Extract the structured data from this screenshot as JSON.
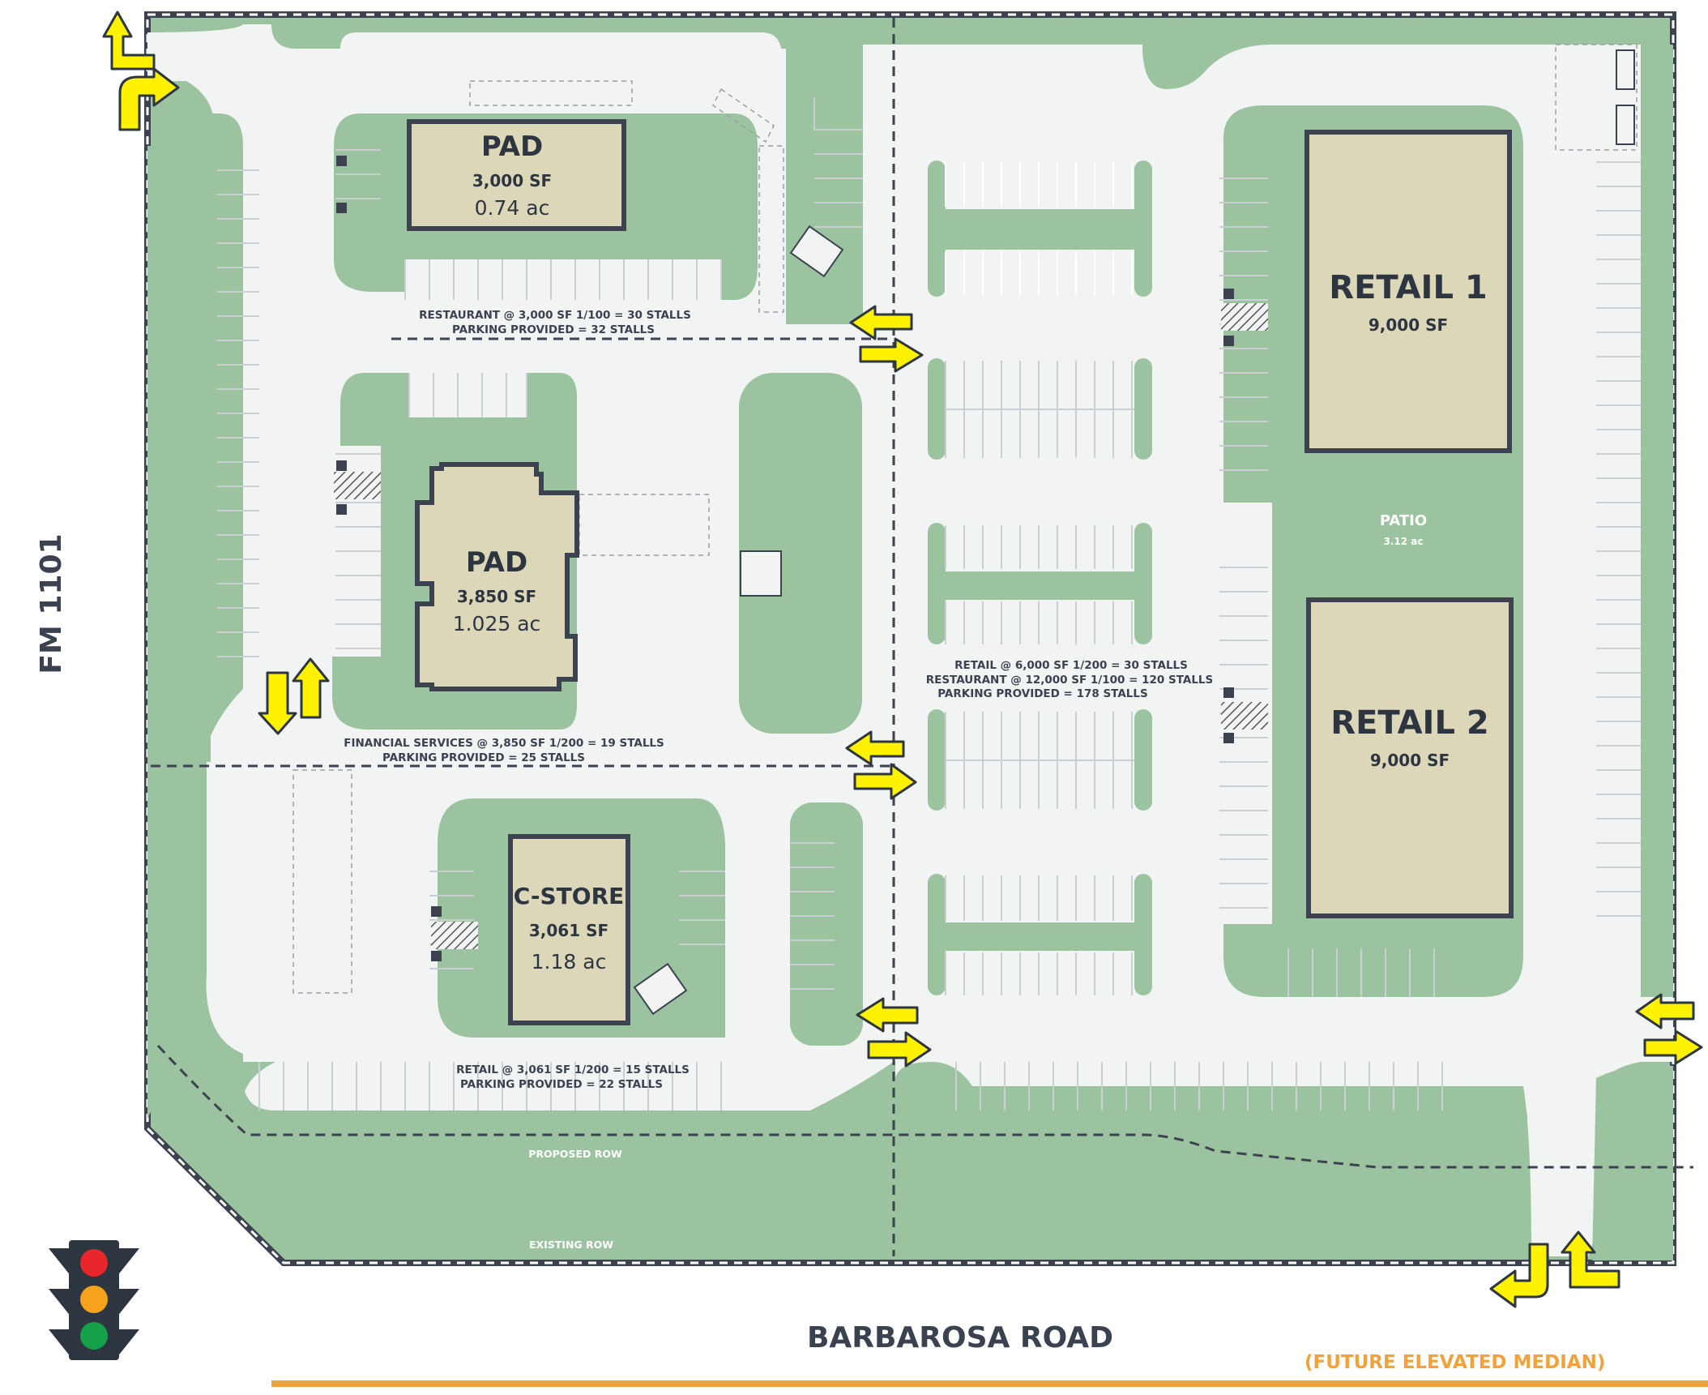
{
  "map": {
    "colors": {
      "landscape": "#9cc39f",
      "pavement": "#f2f3f3",
      "building": "#ddd7b9",
      "outline": "#3c4250",
      "arrow": "#fff200",
      "accent": "#f0a23b"
    },
    "roads": {
      "west": "FM 1101",
      "south": "BARBAROSA ROAD",
      "median_note": "(FUTURE ELEVATED MEDIAN)"
    },
    "row_labels": {
      "proposed": "PROPOSED ROW",
      "existing": "EXISTING ROW"
    },
    "buildings": {
      "pad_north": {
        "title": "PAD",
        "area": "3,000 SF",
        "acres": "0.74 ac"
      },
      "pad_middle": {
        "title": "PAD",
        "area": "3,850 SF",
        "acres": "1.025 ac"
      },
      "cstore": {
        "title": "C-STORE",
        "area": "3,061 SF",
        "acres": "1.18 ac"
      },
      "retail1": {
        "title": "RETAIL 1",
        "area": "9,000 SF"
      },
      "retail2": {
        "title": "RETAIL 2",
        "area": "9,000 SF"
      },
      "patio": {
        "title": "PATIO",
        "acres": "3.12 ac"
      }
    },
    "parking_notes": {
      "pad_north": [
        "RESTAURANT @ 3,000 SF     1/100 = 30 STALLS",
        "PARKING PROVIDED = 32 STALLS"
      ],
      "pad_middle": [
        "FINANCIAL SERVICES @ 3,850 SF     1/200 = 19 STALLS",
        "PARKING PROVIDED = 25 STALLS"
      ],
      "cstore": [
        "RETAIL @ 3,061 SF        1/200 = 15 STALLS",
        "PARKING PROVIDED = 22 STALLS"
      ],
      "retail": [
        "RETAIL @ 6,000 SF        1/200 = 30 STALLS",
        "RESTAURANT @ 12,000 SF       1/100 = 120 STALLS",
        "PARKING PROVIDED = 178 STALLS"
      ]
    },
    "traffic_light_icon": "traffic-light-icon"
  }
}
